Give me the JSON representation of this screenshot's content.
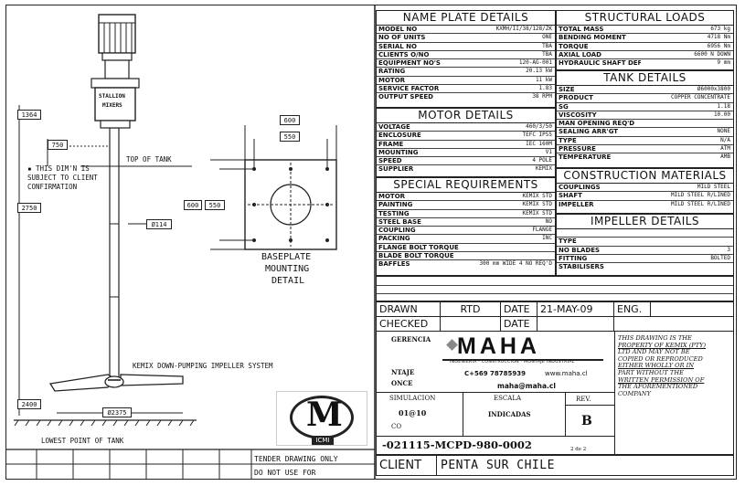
{
  "name_plate": {
    "title": "NAME PLATE DETAILS",
    "rows": [
      {
        "label": "MODEL NO",
        "value": "KXMH/II/38/128/ZK"
      },
      {
        "label": "NO OF UNITS",
        "value": "ONE"
      },
      {
        "label": "SERIAL NO",
        "value": "TBA"
      },
      {
        "label": "CLIENTS O/NO",
        "value": "TBA"
      },
      {
        "label": "EQUIPMENT NO'S",
        "value": "120-AG-001"
      },
      {
        "label": "RATING",
        "value": "20.13 kW"
      },
      {
        "label": "MOTOR",
        "value": "11 kW"
      },
      {
        "label": "SERVICE FACTOR",
        "value": "1.83"
      },
      {
        "label": "OUTPUT SPEED",
        "value": "38 RPM"
      }
    ]
  },
  "motor": {
    "title": "MOTOR DETAILS",
    "rows": [
      {
        "label": "VOLTAGE",
        "value": "460/3/50"
      },
      {
        "label": "ENCLOSURE",
        "value": "TEFC IP55"
      },
      {
        "label": "FRAME",
        "value": "IEC 160M"
      },
      {
        "label": "MOUNTING",
        "value": "V1"
      },
      {
        "label": "SPEED",
        "value": "4 POLE"
      },
      {
        "label": "SUPPLIER",
        "value": "KEMIX"
      }
    ]
  },
  "special": {
    "title": "SPECIAL REQUIREMENTS",
    "rows": [
      {
        "label": "MOTOR",
        "value": "KEMIX STD"
      },
      {
        "label": "PAINTING",
        "value": "KEMIX STD"
      },
      {
        "label": "TESTING",
        "value": "KEMIX STD"
      },
      {
        "label": "STEEL BASE",
        "value": "NO"
      },
      {
        "label": "COUPLING",
        "value": "FLANGE"
      },
      {
        "label": "PACKING",
        "value": "INC"
      },
      {
        "label": "FLANGE BOLT TORQUE",
        "value": ""
      },
      {
        "label": "BLADE BOLT TORQUE",
        "value": ""
      },
      {
        "label": "BAFFLES",
        "value": "300 mm WIDE 4 NO REQ'D"
      }
    ]
  },
  "structural": {
    "title": "STRUCTURAL LOADS",
    "rows": [
      {
        "label": "TOTAL MASS",
        "value": "673 kg"
      },
      {
        "label": "BENDING MOMENT",
        "value": "4718 Nm"
      },
      {
        "label": "TORQUE",
        "value": "6956 Nm"
      },
      {
        "label": "AXIAL LOAD",
        "value": "6600 N DOWN"
      },
      {
        "label": "HYDRAULIC SHAFT DEFLECTION",
        "value": "9 mm"
      }
    ]
  },
  "tank": {
    "title": "TANK DETAILS",
    "rows": [
      {
        "label": "SIZE",
        "value": "Ø6000x3800"
      },
      {
        "label": "PRODUCT",
        "value": "COPPER CONCENTRATE"
      },
      {
        "label": "SG",
        "value": "1.18"
      },
      {
        "label": "VISCOSITY",
        "value": "10.00"
      },
      {
        "label": "MAN OPENING REQ'D",
        "value": ""
      },
      {
        "label": "SEALING ARR'GT",
        "value": "NONE"
      },
      {
        "label": "TYPE",
        "value": "N/A"
      },
      {
        "label": "PRESSURE",
        "value": "ATM"
      },
      {
        "label": "TEMPERATURE",
        "value": "AMB"
      }
    ]
  },
  "construction": {
    "title": "CONSTRUCTION MATERIALS",
    "rows": [
      {
        "label": "COUPLINGS",
        "value": "MILD STEEL"
      },
      {
        "label": "SHAFT",
        "value": "MILD STEEL R/LINED"
      },
      {
        "label": "IMPELLER",
        "value": "MILD STEEL R/LINED"
      }
    ]
  },
  "impeller": {
    "title": "IMPELLER DETAILS",
    "rows": [
      {
        "label": "",
        "value": ""
      },
      {
        "label": "TYPE",
        "value": ""
      },
      {
        "label": "NO BLADES",
        "value": "3"
      },
      {
        "label": "FITTING",
        "value": "BOLTED"
      },
      {
        "label": "STABILISERS",
        "value": ""
      }
    ]
  },
  "drawing": {
    "dims": {
      "d1364": "1364",
      "d750": "750",
      "d2750": "2750",
      "d114": "Ø114",
      "d2400": "2400",
      "d2375": "Ø2375",
      "d600a": "600",
      "d550a": "550",
      "d600b": "600",
      "d550b": "550"
    },
    "motor_label": "STALLION",
    "motor_label2": "MIXERS",
    "top_of_tank": "TOP OF TANK",
    "note_lines": [
      "▪ THIS DIM'N IS",
      "SUBJECT TO CLIENT",
      "CONFIRMATION"
    ],
    "baseplate_lines": [
      "BASEPLATE",
      "MOUNTING",
      "DETAIL"
    ],
    "impeller_label": "KEMIX DOWN-PUMPING IMPELLER SYSTEM",
    "lowest_point": "LOWEST POINT OF TANK",
    "tender_1": "TENDER DRAWING ONLY",
    "tender_2": "DO NOT USE FOR"
  },
  "title_block": {
    "drawn_label": "DRAWN",
    "drawn_value": "RTD",
    "date_label": "DATE",
    "date_value": "21-MAY-09",
    "eng_label": "ENG.",
    "checked_label": "CHECKED",
    "date2_label": "DATE",
    "gerencia": "GERENCIA",
    "maha": "MAHA",
    "maha_sub": "INGENIERIA · CONSTRUCCION · MONTAJE INDUSTRIAL",
    "phone": "C+569 78785939",
    "web": "www.maha.cl",
    "email": "maha@maha.cl",
    "ntaje": "NTAJE",
    "once": "ONCE",
    "simulacion": "SIMULACION",
    "escala": "ESCALA",
    "rev_label": "REV.",
    "scale_value": "01@10",
    "indicadas": "INDICADAS",
    "rev_value": "B",
    "dwg_no": "-021115-MCPD-980-0002",
    "sheet": "2 de 2",
    "co": "CO",
    "client_label": "CLIENT",
    "client_value": "PENTA SUR CHILE",
    "logo_m": "M",
    "logo_icmi": "ICMI",
    "note_lines": [
      "THIS DRAWING IS THE",
      "PROPERTY OF KEMIX (PTY)",
      "LTD AND MAY NOT BE",
      "COPIED OR REPRODUCED",
      "EITHER WHOLLY OR IN",
      "PART WITHOUT THE",
      "WRITTEN PERMISSION OF",
      "THE AFOREMENTIONED",
      "COMPANY"
    ]
  }
}
